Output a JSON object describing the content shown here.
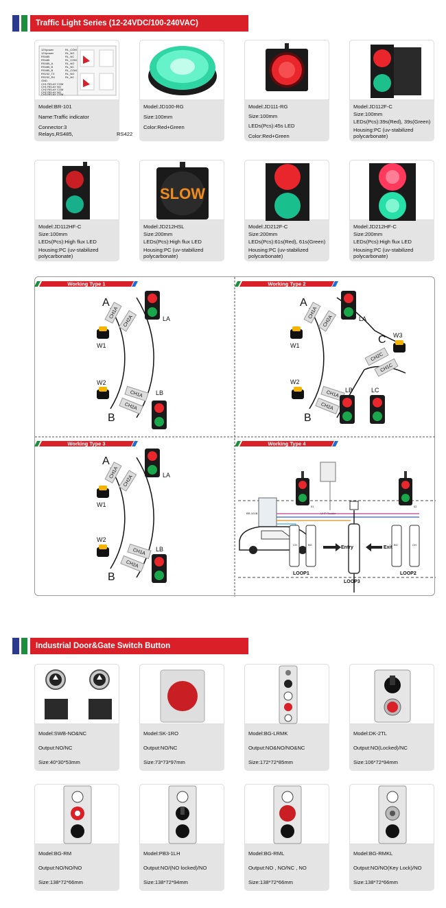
{
  "section1": {
    "title": "Traffic Light Series (12-24VDC/100-240VAC)"
  },
  "traffic_products": [
    {
      "lines": [
        "Model:BR-101",
        "Name:Traffic indicator",
        "Connector:3 Relays,RS485,                              RS422"
      ]
    },
    {
      "lines": [
        "Model:JD100-RG",
        "Size:100mm",
        "Color:Red+Green"
      ]
    },
    {
      "lines": [
        "Model:JD111-RG",
        "Size:100mm",
        "LEDs(Pcs):45s LED",
        "Color:Red+Green"
      ]
    },
    {
      "lines": [
        "Model:JD112F-C",
        "Size:100mm",
        "LEDs(Pcs):39s(Red), 39s(Green)",
        "Housing:PC (uv-stabilized polycarbonate)"
      ]
    },
    {
      "lines": [
        "Model:JD112HF-C",
        "Size:100mm",
        "LEDs(Pcs):High flux LED",
        "Housing:PC (uv-stabilized polycarbonate)"
      ]
    },
    {
      "lines": [
        "Model:JD212HSL",
        "Size:200mm",
        "LEDs(Pcs):High flux LED",
        "Housing:PC (uv-stabilized polycarbonate)"
      ]
    },
    {
      "lines": [
        "Model:JD212F-C",
        "Size:200mm",
        "LEDs(Pcs):61s(Red), 61s(Green)",
        "Housing:PC (uv-stabilized polycarbonate)"
      ]
    },
    {
      "lines": [
        "Model:JD212HF-C",
        "Size:200mm",
        "LEDs(Pcs):High flux LED",
        "Housing:PC (uv-stabilized polycarbonate)"
      ]
    }
  ],
  "br101_panel": {
    "left_labels": [
      "12Vpower",
      "12Vpower",
      "RS485",
      "RS485",
      "RS485_A",
      "RS485_B",
      "RS485_B",
      "RS232_TX",
      "RS232_RX",
      "GND",
      "CH1 RELAY COM",
      "CH1 RELAY NO",
      "CH2 RELAY COM",
      "CH2 RELAY NO",
      "CH3 RELAY COM"
    ],
    "right_labels": [
      "RL_COM",
      "RL_NO",
      "RL_NC",
      "RL_COM",
      "RL_NO",
      "RL_NC",
      "RL_COM",
      "RL_NO",
      "RL_NC"
    ]
  },
  "slow_sign": "SLOW",
  "working_types": {
    "t1": "Working Type 1",
    "t2": "Working Type 2",
    "t3": "Working Type 3",
    "t4": "Working Type 4"
  },
  "diagram": {
    "A": "A",
    "B": "B",
    "C": "C",
    "LA": "LA",
    "LB": "LB",
    "LC": "LC",
    "W1": "W1",
    "W2": "W2",
    "W3": "W3",
    "CH1A": "CH1A",
    "CH2A": "CH2A",
    "CH2C": "CH2C",
    "CH1C": "CH1C",
    "entry": "Entry",
    "exit": "Exit",
    "loop1": "LOOP1",
    "loop2": "LOOP2",
    "loop3": "LOOP3",
    "uhf": "UHF Reader",
    "br": "BR-101B",
    "bg": "BG",
    "ch": "CH",
    "l01": "01",
    "l02": "02"
  },
  "section2": {
    "title": "Industrial  Door&Gate Switch Button"
  },
  "switch_products": [
    {
      "lines": [
        "Model:SWB-NO&NC",
        "Output:NO/NC",
        "Size:40*30*53mm"
      ]
    },
    {
      "lines": [
        "Model:SK-1RO",
        "Output:NO/NC",
        "Size:73*73*97mm"
      ]
    },
    {
      "lines": [
        "Model:BG-LRMK",
        "Output:NO&NO/NO&NC",
        "Size:172*72*85mm"
      ]
    },
    {
      "lines": [
        "Model:DK-2TL",
        "Output:NO(Locked)/NC",
        "Size:106*72*94mm"
      ]
    },
    {
      "lines": [
        "Model:BG-RM",
        "Output:NO/NO/NO",
        "Size:138*72*66mm"
      ]
    },
    {
      "lines": [
        "Model:PB3-1LH",
        "Output:NO/(NO locked)/NO",
        "Size:138*72*94mm"
      ]
    },
    {
      "lines": [
        "Model:BG-RML",
        "Output:NO , NO/NC , NO",
        "Size:138*72*66mm"
      ]
    },
    {
      "lines": [
        "Model:BG-RMKL",
        "Output:NO/NO(Key Lock)/NO",
        "Size:138*72*66mm"
      ]
    }
  ],
  "colors": {
    "header_red": "#d92028",
    "header_blue": "#2b3a8c",
    "header_green": "#1e8e3e",
    "signal_red": "#e8262c",
    "signal_green": "#1aa64a",
    "card_gray": "#e4e4e4"
  }
}
